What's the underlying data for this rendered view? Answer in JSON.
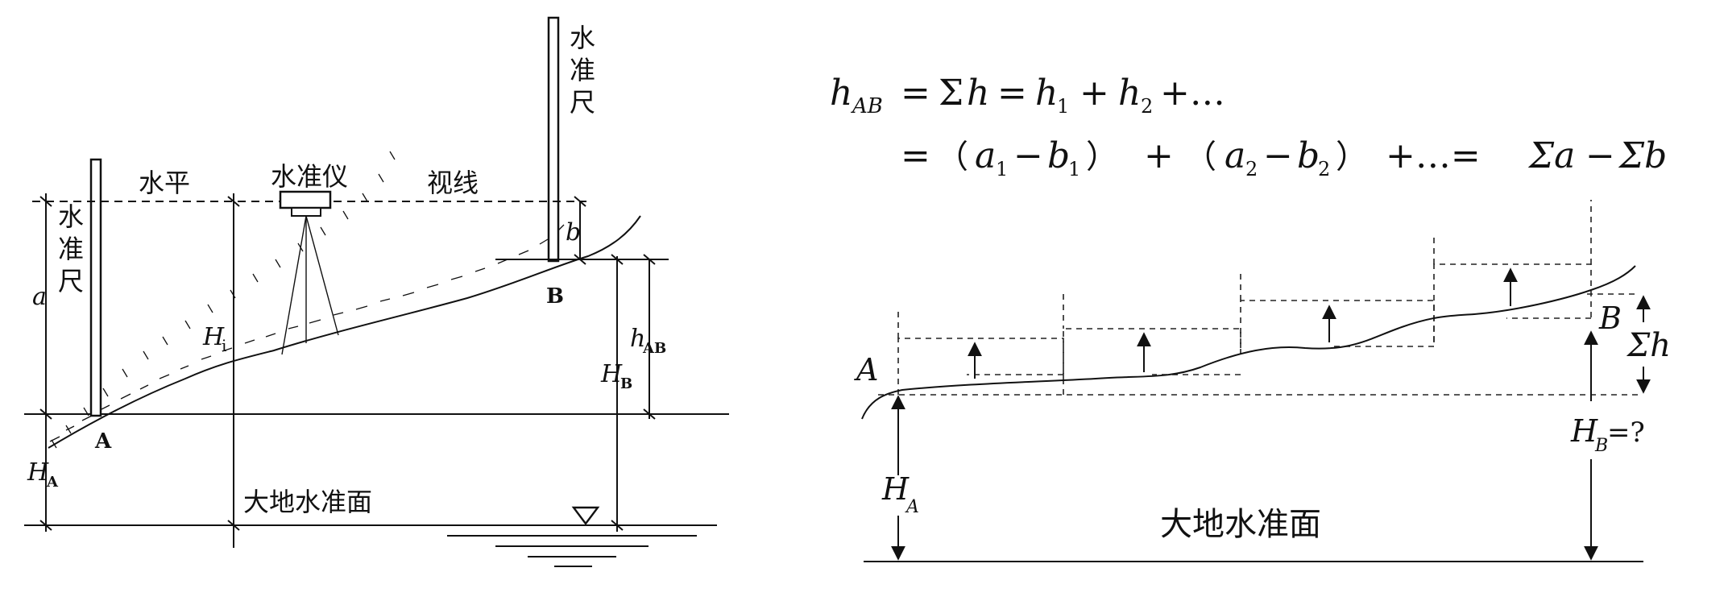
{
  "left": {
    "rod_left_label": "水\n准\n尺",
    "rod_right_label": "水\n准\n尺",
    "sightline_left": "水平",
    "instrument": "水准仪",
    "sightline_right": "视线",
    "a": "a",
    "b": "b",
    "Hi": "H",
    "Hi_sub": "i",
    "hAB": "h",
    "hAB_sub": "AB",
    "HB": "H",
    "HB_sub": "B",
    "HA": "H",
    "HA_sub": "A",
    "pointA": "A",
    "pointB": "B",
    "datum": "大地水准面"
  },
  "right": {
    "eq1": {
      "h": "h",
      "sub_ab": "AB",
      "eq": "=",
      "sigma": "Σ",
      "h2": "h",
      "h1": "h",
      "sub1": "1",
      "plus": "+",
      "h_2": "h",
      "sub2": "2",
      "tail": "+…"
    },
    "eq2": {
      "eq": "=",
      "lp1": "（",
      "a1": "a",
      "s1": "1",
      "minus1": "−",
      "b1": "b",
      "t1": "1",
      "rp1": "）",
      "plus": "+",
      "lp2": "（",
      "a2": "a",
      "s2": "2",
      "minus2": "−",
      "b2": "b",
      "t2": "2",
      "rp2": "）",
      "tail": "+…=",
      "sa": "Σa",
      "minus": "−",
      "sb": "Σb"
    },
    "pointA": "A",
    "pointB": "B",
    "sum_h": "Σh",
    "HB_q": "H",
    "HB_q_sub": "B",
    "HB_q_tail": "=?",
    "HA": "H",
    "HA_sub": "A",
    "datum": "大地水准面"
  }
}
